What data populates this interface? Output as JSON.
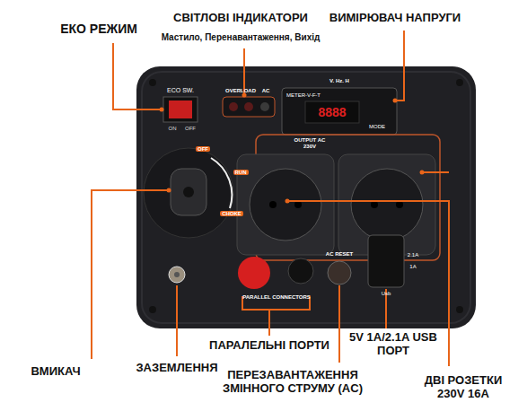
{
  "diagram": {
    "labels": [
      "ЕКО РЕЖИМ",
      "СВІТЛОВІ ІНДИКАТОРИ",
      "Мастило, Перенавантаження, Вихід",
      "ВИМІРЮВАЧ НАПРУГИ",
      "ECO SW.",
      "ON",
      "OFF",
      "OVERLOAD",
      "AC",
      "V. Hz. H",
      "METER-V-F-T",
      "8888",
      "MODE",
      "OUTPUT AC 230V",
      "OFF",
      "RUN",
      "CHOKE",
      "PARALLEL CONNECTORS",
      "AC RESET",
      "2.1A",
      "1A",
      "Usb",
      "ВМИКАЧ",
      "ЗАЗЕМЛЕННЯ",
      "ПАРАЛЕЛЬНІ ПОРТИ",
      "5V 1A/2.1A USB ПОРТ",
      "ПЕРЕЗАВАНТАЖЕННЯ ЗМІННОГО СТРУМУ (AC)",
      "ДВІ РОЗЕТКИ 230V 16A"
    ]
  }
}
